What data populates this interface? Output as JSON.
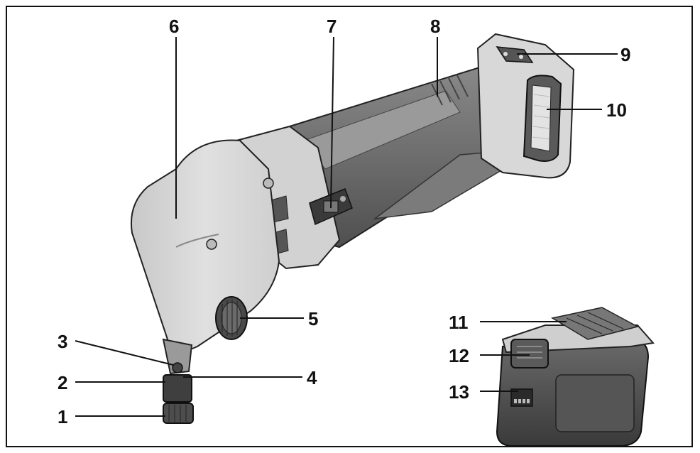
{
  "callouts": [
    {
      "id": "1",
      "label": "1"
    },
    {
      "id": "2",
      "label": "2"
    },
    {
      "id": "3",
      "label": "3"
    },
    {
      "id": "4",
      "label": "4"
    },
    {
      "id": "5",
      "label": "5"
    },
    {
      "id": "6",
      "label": "6"
    },
    {
      "id": "7",
      "label": "7"
    },
    {
      "id": "8",
      "label": "8"
    },
    {
      "id": "9",
      "label": "9"
    },
    {
      "id": "10",
      "label": "10"
    },
    {
      "id": "11",
      "label": "11"
    },
    {
      "id": "12",
      "label": "12"
    },
    {
      "id": "13",
      "label": "13"
    }
  ],
  "colors": {
    "frame": "#111111",
    "light_gray": "#d6d6d6",
    "mid_gray": "#a9a9a9",
    "dark_gray": "#595959",
    "darker_gray": "#3c3c3c"
  }
}
